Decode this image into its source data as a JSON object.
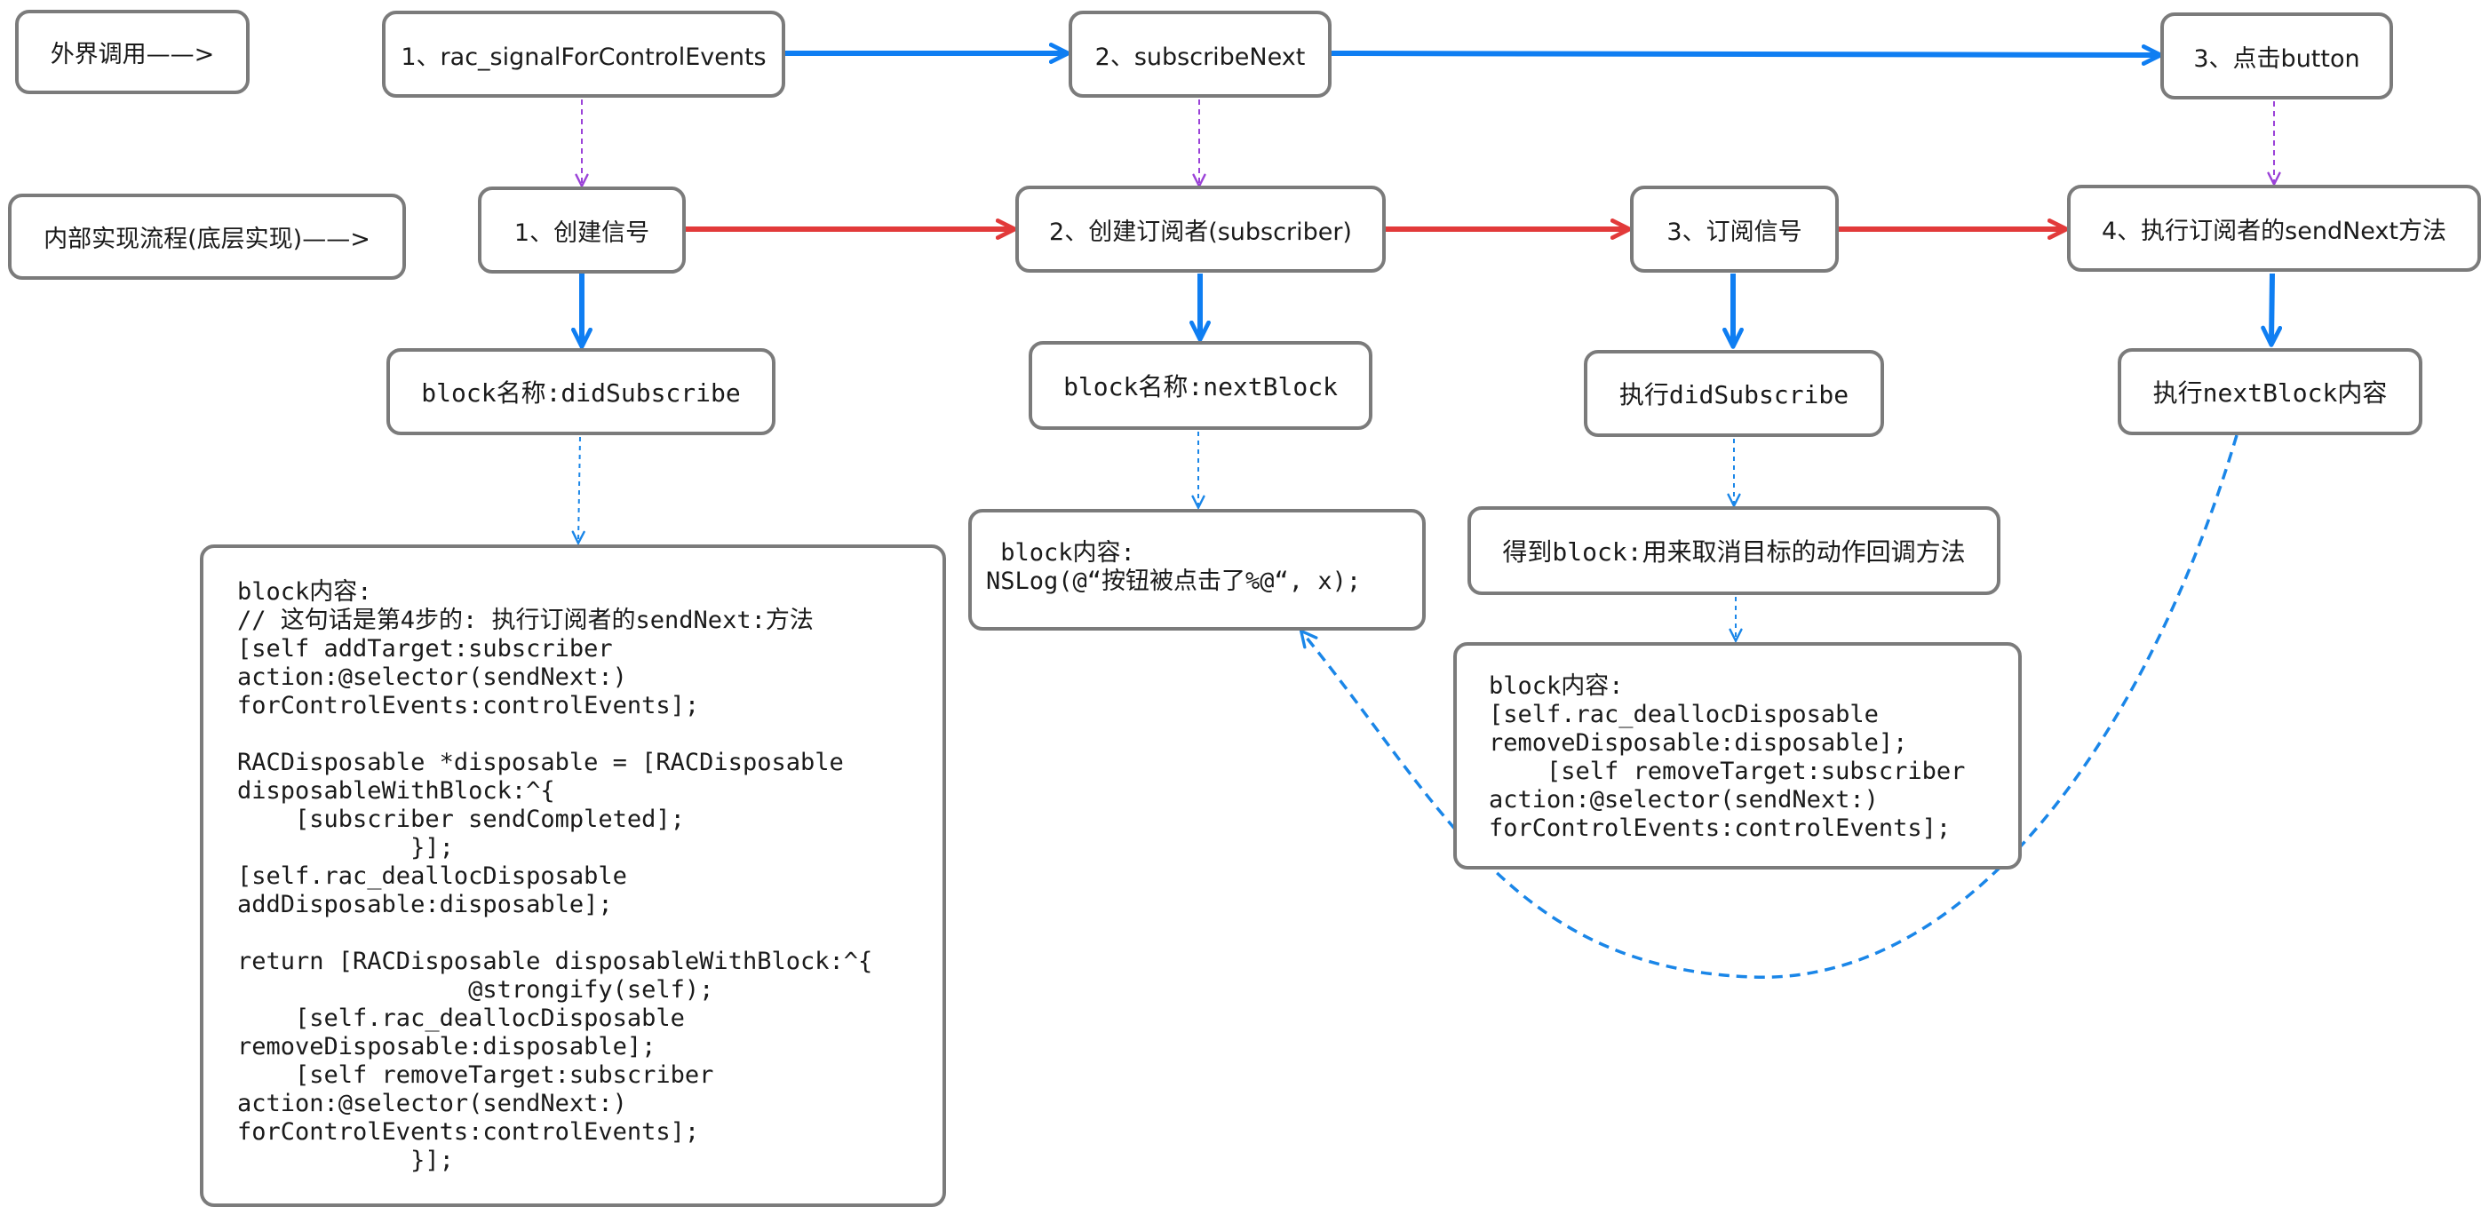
{
  "colors": {
    "box_border": "#7b7b7b",
    "blue_arrow": "#0f7ef2",
    "red_arrow": "#e23a3a",
    "purple_link": "#9b42d8",
    "blue_link": "#1a86e8"
  },
  "labels": {
    "external_call": "外界调用——>",
    "internal_flow": "内部实现流程(底层实现)——>"
  },
  "external_steps": [
    "1、rac_signalForControlEvents",
    "2、subscribeNext",
    "3、点击button"
  ],
  "internal_steps": [
    "1、创建信号",
    "2、创建订阅者(subscriber)",
    "3、订阅信号",
    "4、执行订阅者的sendNext方法"
  ],
  "block_names": [
    "block名称:didSubscribe",
    "block名称:nextBlock",
    "执行didSubscribe",
    "执行nextBlock内容"
  ],
  "get_block": "得到block:用来取消目标的动作回调方法",
  "code": {
    "did_subscribe": "block内容:\n// 这句话是第4步的: 执行订阅者的sendNext:方法\n[self addTarget:subscriber\naction:@selector(sendNext:)\nforControlEvents:controlEvents];\n\nRACDisposable *disposable = [RACDisposable\ndisposableWithBlock:^{\n    [subscriber sendCompleted];\n            }];\n[self.rac_deallocDisposable\naddDisposable:disposable];\n\nreturn [RACDisposable disposableWithBlock:^{\n                @strongify(self);\n    [self.rac_deallocDisposable\nremoveDisposable:disposable];\n    [self removeTarget:subscriber\naction:@selector(sendNext:)\nforControlEvents:controlEvents];\n            }];",
    "next_block": " block内容:\nNSLog(@“按钮被点击了%@“, x);",
    "dispose_block": "block内容:\n[self.rac_deallocDisposable\nremoveDisposable:disposable];\n    [self removeTarget:subscriber\naction:@selector(sendNext:)\nforControlEvents:controlEvents];"
  }
}
